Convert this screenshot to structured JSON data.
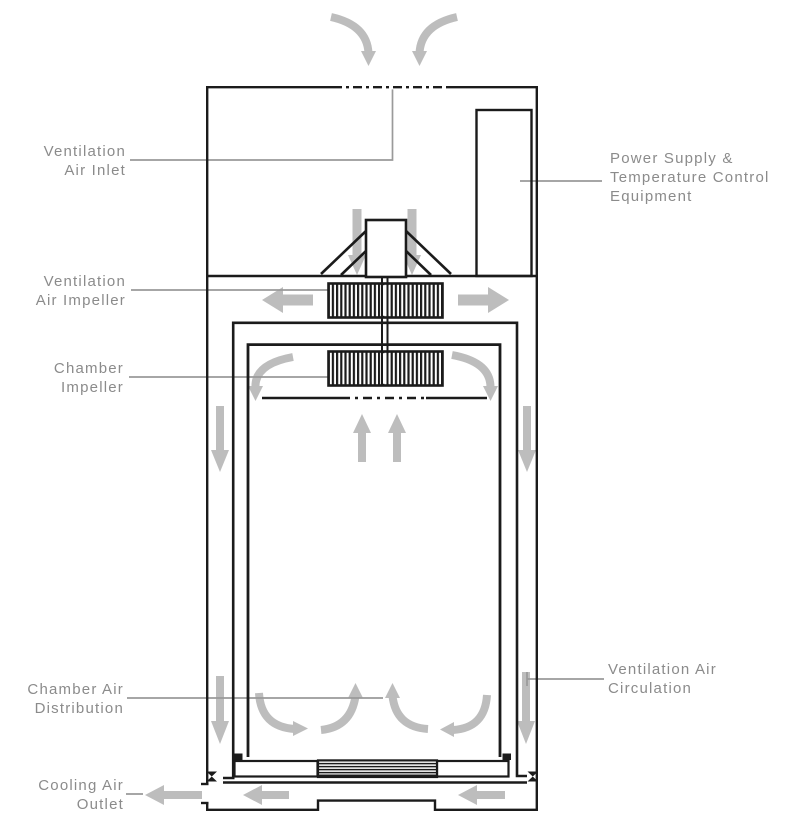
{
  "colors": {
    "line": "#1b1b1b",
    "arrow": "#bdbdbd",
    "leader": "#9a9a9a",
    "text": "#8b8b8b",
    "background": "#ffffff"
  },
  "labels": {
    "ventilation_air_inlet": {
      "lines": [
        "Ventilation",
        "Air Inlet"
      ]
    },
    "ventilation_air_impeller": {
      "lines": [
        "Ventilation",
        "Air Impeller"
      ]
    },
    "chamber_impeller": {
      "lines": [
        "Chamber",
        "Impeller"
      ]
    },
    "chamber_air_distribution": {
      "lines": [
        "Chamber Air",
        "Distribution"
      ]
    },
    "cooling_air_outlet": {
      "lines": [
        "Cooling Air",
        "Outlet"
      ]
    },
    "power_supply_temperature_control": {
      "lines": [
        "Power Supply &",
        "Temperature Control",
        "Equipment"
      ]
    },
    "ventilation_air_circulation": {
      "lines": [
        "Ventilation Air",
        "Circulation"
      ]
    }
  }
}
